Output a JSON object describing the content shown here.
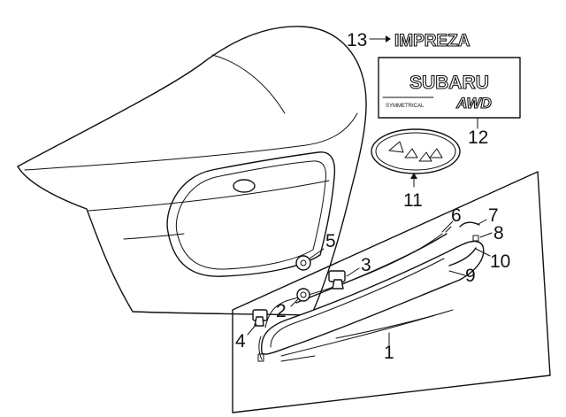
{
  "diagram": {
    "callouts": {
      "c1": "1",
      "c2": "2",
      "c3": "3",
      "c4": "4",
      "c5": "5",
      "c6": "6",
      "c7": "7",
      "c8": "8",
      "c9": "9",
      "c10": "10",
      "c11": "11",
      "c12": "12",
      "c13": "13"
    },
    "badges": {
      "model_name": "IMPREZA",
      "brand_name": "SUBARU",
      "awd_small": "SYMMETRICAL",
      "awd_large": "AWD"
    }
  }
}
